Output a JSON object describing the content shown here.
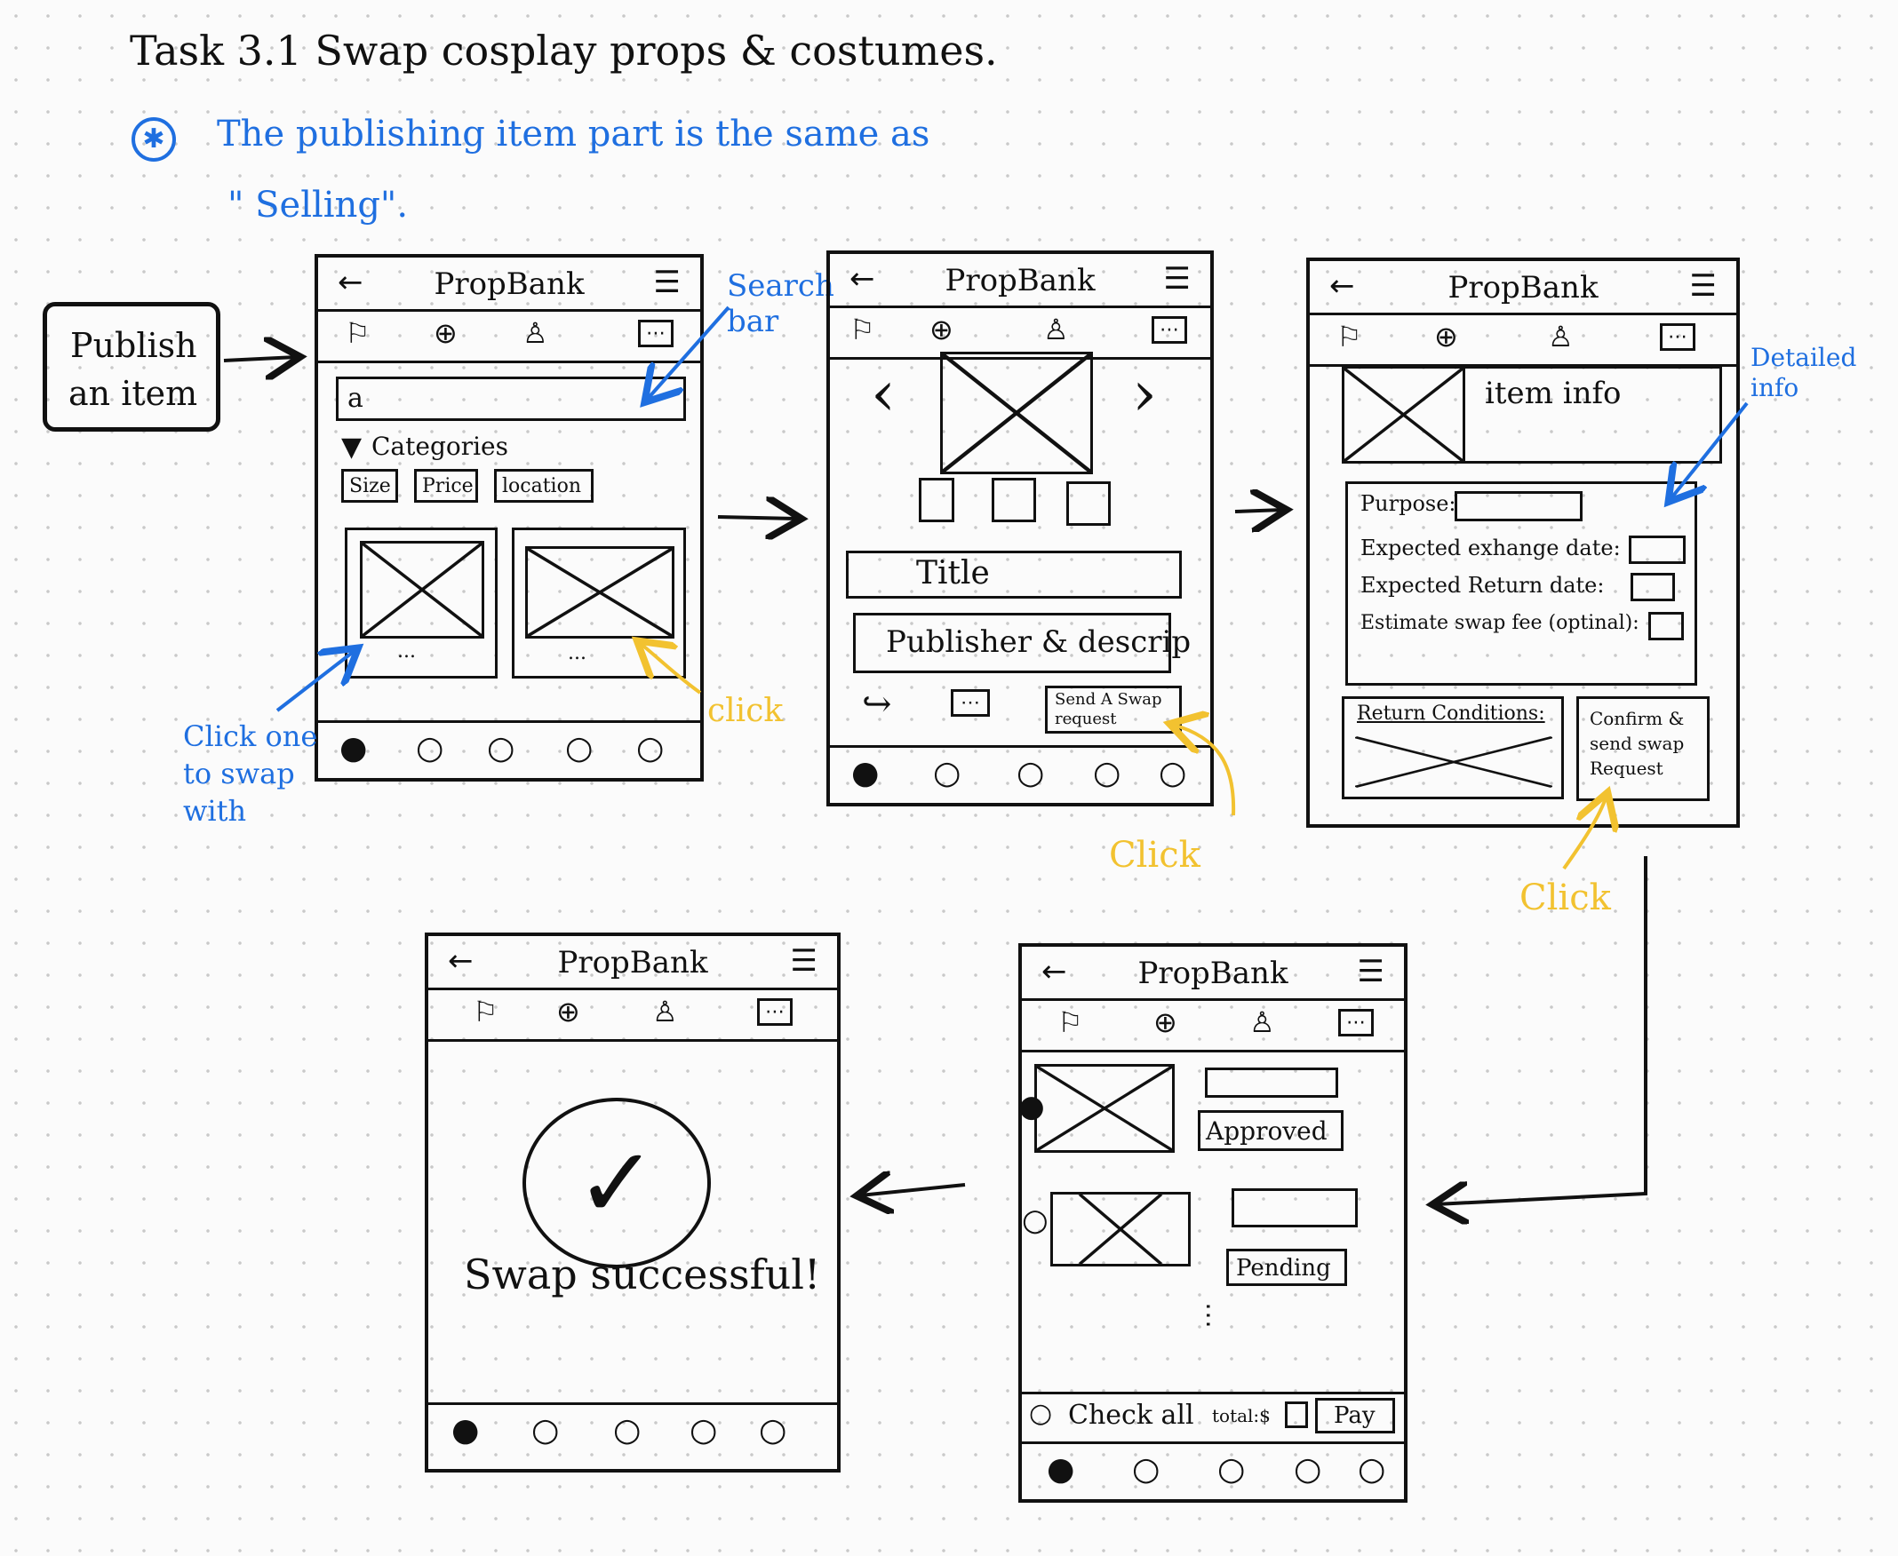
{
  "heading": {
    "task": "Task 3.1 Swap cosplay props & costumes.",
    "note_symbol": "✱",
    "note_line1": "The publishing item part is the same as",
    "note_line2": "\" Selling\"."
  },
  "app_title": "PropBank",
  "icons": {
    "back": "←",
    "menu": "☰",
    "nav_1": "⚐",
    "nav_2": "⊕",
    "nav_3": "♙",
    "nav_4": "⋯",
    "tab_active": "●",
    "tab": "○",
    "check": "✓",
    "prev": "‹",
    "next": "›",
    "share": "↪",
    "chat": "⋯",
    "filter": "▼"
  },
  "start_box": {
    "line1": "Publish",
    "line2": "an item"
  },
  "screen1": {
    "search_value": "a",
    "categories_label": "Categories",
    "filters": [
      "Size",
      "Price",
      "location"
    ],
    "card_caption": "...",
    "ann_search": "Search bar",
    "ann_click_one": "Click one to swap with",
    "ann_click": "click"
  },
  "screen2": {
    "title_field": "Title",
    "desc_field": "Publisher & descrip",
    "send_button": "Send A Swap request",
    "ann_click": "Click"
  },
  "screen3": {
    "item_info": "item info",
    "purpose_label": "Purpose:",
    "exchange_label": "Expected exhange date:",
    "return_label": "Expected Return date:",
    "fee_label": "Estimate swap fee (optinal):",
    "return_conditions": "Return Conditions:",
    "confirm_button": "Confirm & send swap Request",
    "ann_detailed": "Detailed info",
    "ann_click": "Click"
  },
  "screen4": {
    "status_approved": "Approved",
    "status_pending": "Pending",
    "check_all": "Check all",
    "total": "total:$",
    "pay_button": "Pay"
  },
  "screen5": {
    "message": "Swap successful!"
  }
}
